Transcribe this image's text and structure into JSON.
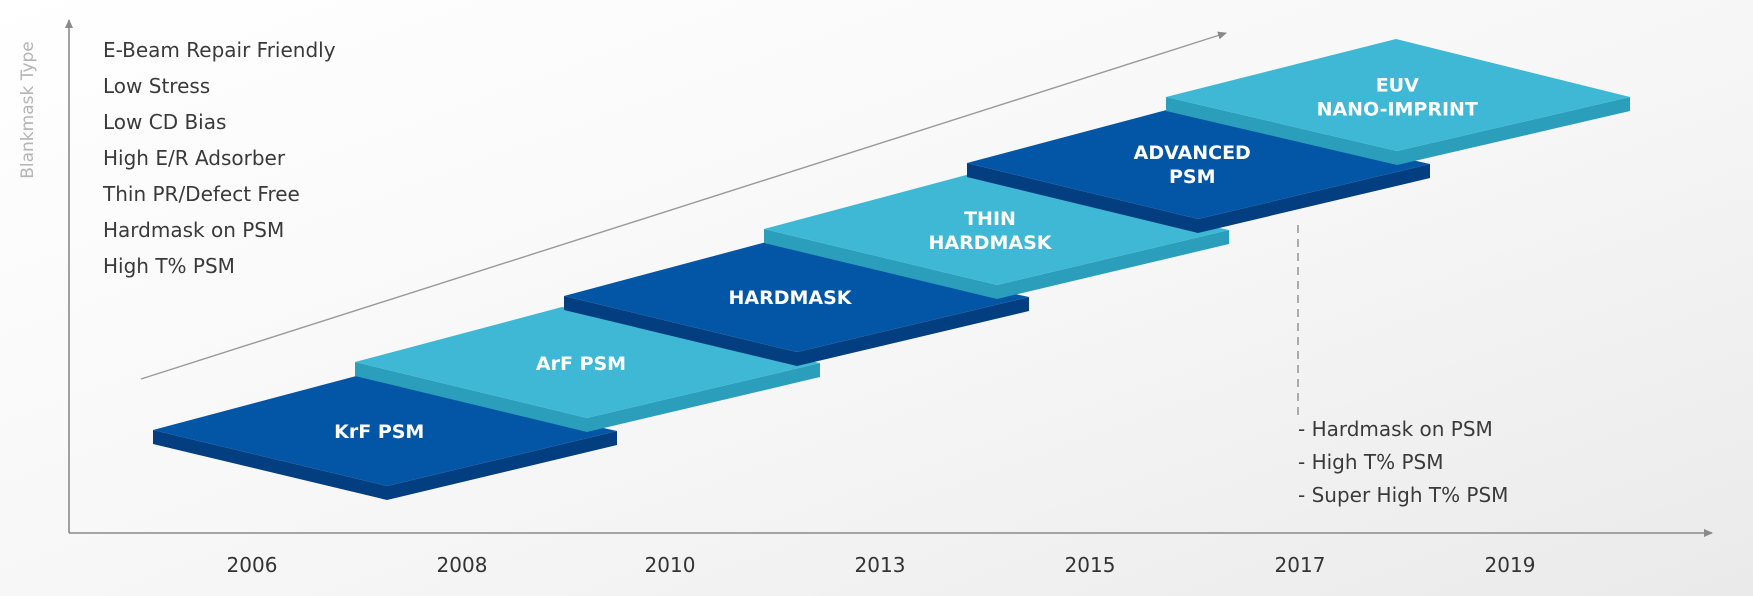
{
  "axis_title": "Blankmask Type",
  "features": [
    "E-Beam Repair Friendly",
    "Low Stress",
    "Low CD Bias",
    "High E/R Adsorber",
    "Thin PR/Defect Free",
    "Hardmask on PSM",
    "High T% PSM"
  ],
  "notes": [
    "- Hardmask on PSM",
    "- High T% PSM",
    "- Super High T% PSM"
  ],
  "years": [
    "2006",
    "2008",
    "2010",
    "2013",
    "2015",
    "2017",
    "2019"
  ],
  "steps": [
    {
      "id": "krf-psm",
      "lines": [
        "KrF PSM"
      ],
      "tone": "dark"
    },
    {
      "id": "arf-psm",
      "lines": [
        "ArF PSM"
      ],
      "tone": "light"
    },
    {
      "id": "hardmask",
      "lines": [
        "HARDMASK"
      ],
      "tone": "dark"
    },
    {
      "id": "thin-hardmask",
      "lines": [
        "THIN",
        "HARDMASK"
      ],
      "tone": "light"
    },
    {
      "id": "advanced-psm",
      "lines": [
        "ADVANCED",
        "PSM"
      ],
      "tone": "dark"
    },
    {
      "id": "euv-nano-imprint",
      "lines": [
        "EUV",
        "NANO-IMPRINT"
      ],
      "tone": "light"
    }
  ],
  "colors": {
    "dark_top": "#0355a5",
    "dark_side": "#033f80",
    "light_top": "#3eb8d4",
    "light_side": "#2a9ebb",
    "label": "#ffffff",
    "axis": "#8a8a8a",
    "trend": "#9a9a9a"
  }
}
